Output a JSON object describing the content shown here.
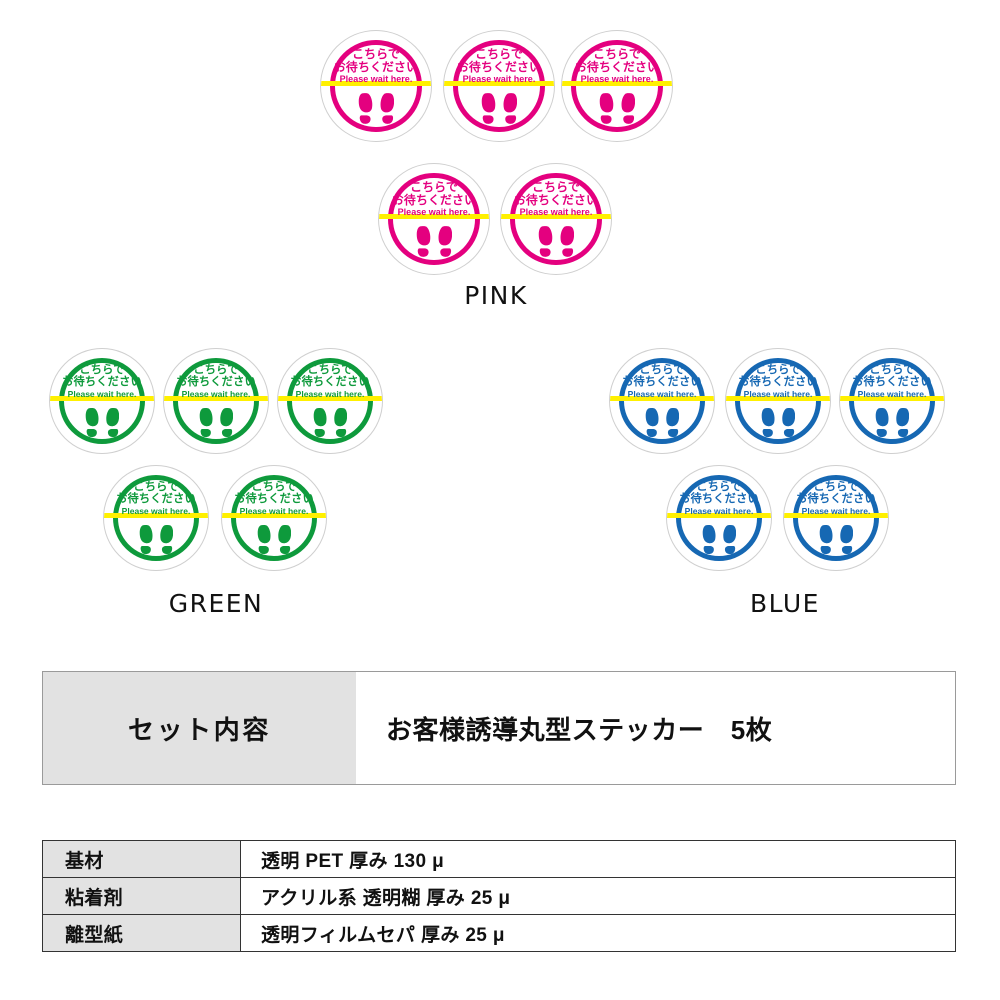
{
  "sticker": {
    "jp_line1": "こちらで",
    "jp_line2": "お待ちください",
    "en_line": "Please wait here.",
    "bar_color": "#FFF000",
    "footprint_icon": "footprints-icon"
  },
  "colors": {
    "pink": "#E4007F",
    "green": "#0E9A3C",
    "blue": "#1668B3",
    "yellow": "#FFF000",
    "label_text": "#111111",
    "table_header_bg": "#E2E2E2",
    "table_border": "#333333",
    "setbox_border": "#9A9A9A"
  },
  "groups": [
    {
      "name": "pink",
      "label": "PINK",
      "color": "#E4007F",
      "count": 5
    },
    {
      "name": "green",
      "label": "GREEN",
      "color": "#0E9A3C",
      "count": 5
    },
    {
      "name": "blue",
      "label": "BLUE",
      "color": "#1668B3",
      "count": 5
    }
  ],
  "set_contents": {
    "label": "セット内容",
    "value": "お客様誘導丸型ステッカー　5枚"
  },
  "spec_table": {
    "rows": [
      {
        "key": "基材",
        "value": "透明 PET 厚み 130 μ"
      },
      {
        "key": "粘着剤",
        "value": "アクリル系 透明糊 厚み 25 μ"
      },
      {
        "key": "離型紙",
        "value": "透明フィルムセパ 厚み 25 μ"
      }
    ]
  }
}
